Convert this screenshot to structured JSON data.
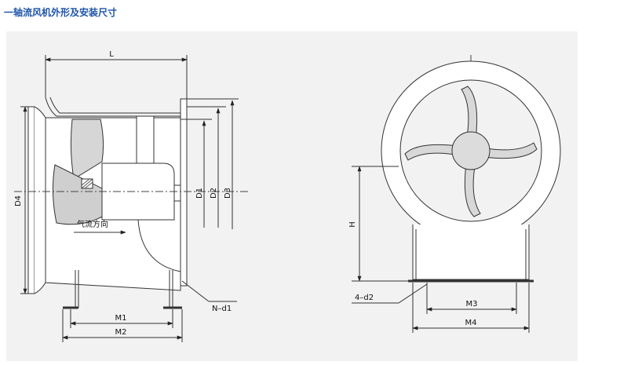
{
  "heading": "一轴流风机外形及安装尺寸",
  "side_view": {
    "labels": {
      "L": "L",
      "D4": "D4",
      "D1": "D1",
      "D2": "D2",
      "D3": "D3",
      "airflow": "气流方向",
      "N_d1": "N–d1",
      "M1": "M1",
      "M2": "M2"
    }
  },
  "front_view": {
    "labels": {
      "H": "H",
      "d2": "4–d2",
      "M3": "M3",
      "M4": "M4"
    }
  }
}
